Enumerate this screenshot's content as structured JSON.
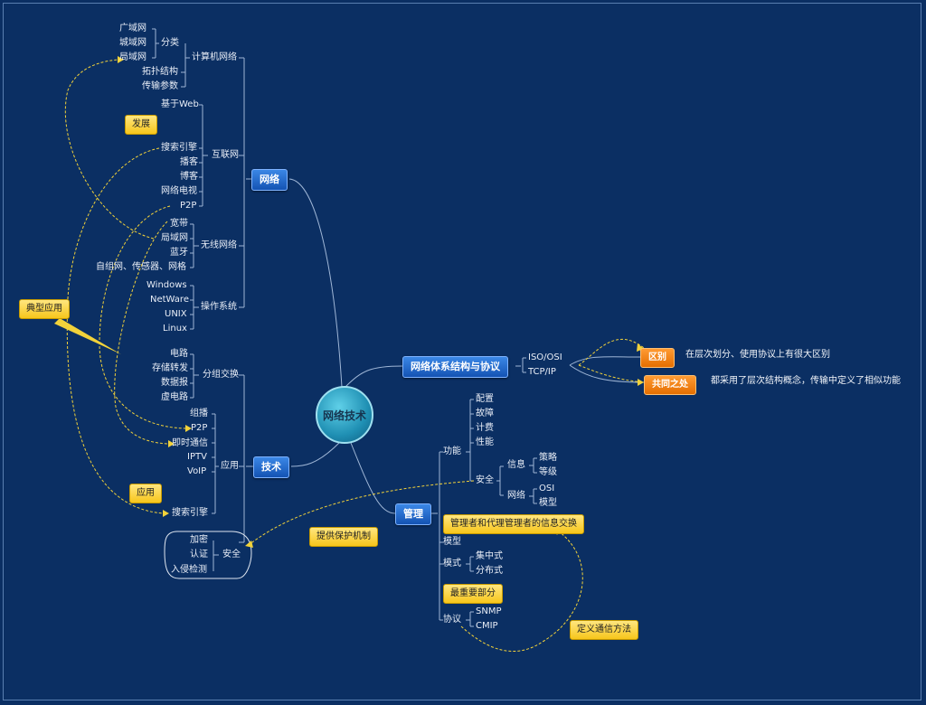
{
  "center": "网络技术",
  "branches": {
    "network": "网络",
    "tech": "技术",
    "arch": "网络体系结构与协议",
    "mgmt": "管理"
  },
  "network": {
    "computer_network": {
      "label": "计算机网络",
      "classify": {
        "label": "分类",
        "items": [
          "广域网",
          "城域网",
          "局域网"
        ]
      },
      "others": [
        "拓扑结构",
        "传输参数"
      ]
    },
    "internet": {
      "label": "互联网",
      "items": [
        "基于Web",
        "搜索引擎",
        "播客",
        "博客",
        "网络电视",
        "P2P"
      ]
    },
    "wireless": {
      "label": "无线网络",
      "items": [
        "宽带",
        "局域网",
        "蓝牙",
        "自组网、传感器、网格"
      ]
    },
    "os": {
      "label": "操作系统",
      "items": [
        "Windows",
        "NetWare",
        "UNIX",
        "Linux"
      ]
    }
  },
  "tech": {
    "packet": {
      "label": "分组交换",
      "items": [
        "电路",
        "存储转发",
        "数据报",
        "虚电路"
      ]
    },
    "apps": {
      "label": "应用",
      "items": [
        "组播",
        "P2P",
        "即时通信",
        "IPTV",
        "VoIP",
        "搜索引擎"
      ]
    },
    "security": {
      "label": "安全",
      "items": [
        "加密",
        "认证",
        "入侵检测"
      ]
    }
  },
  "arch": {
    "items": [
      "ISO/OSI",
      "TCP/IP"
    ],
    "diff": {
      "label": "区别",
      "desc": "在层次划分、使用协议上有很大区别"
    },
    "common": {
      "label": "共同之处",
      "desc": "都采用了层次结构概念，传输中定义了相似功能"
    }
  },
  "mgmt": {
    "function": {
      "label": "功能",
      "items": [
        "配置",
        "故障",
        "计费",
        "性能"
      ],
      "security": {
        "label": "安全",
        "info": {
          "label": "信息",
          "items": [
            "策略",
            "等级"
          ]
        },
        "net": {
          "label": "网络",
          "items": [
            "OSI",
            "模型"
          ]
        }
      }
    },
    "model": "模型",
    "mode": {
      "label": "模式",
      "items": [
        "集中式",
        "分布式"
      ]
    },
    "protocol": {
      "label": "协议",
      "items": [
        "SNMP",
        "CMIP"
      ]
    }
  },
  "notes": {
    "develop": "发展",
    "typical": "典型应用",
    "apply": "应用",
    "protect": "提供保护机制",
    "exchange": "管理者和代理管理者的信息交换",
    "important": "最重要部分",
    "define": "定义通信方法"
  }
}
